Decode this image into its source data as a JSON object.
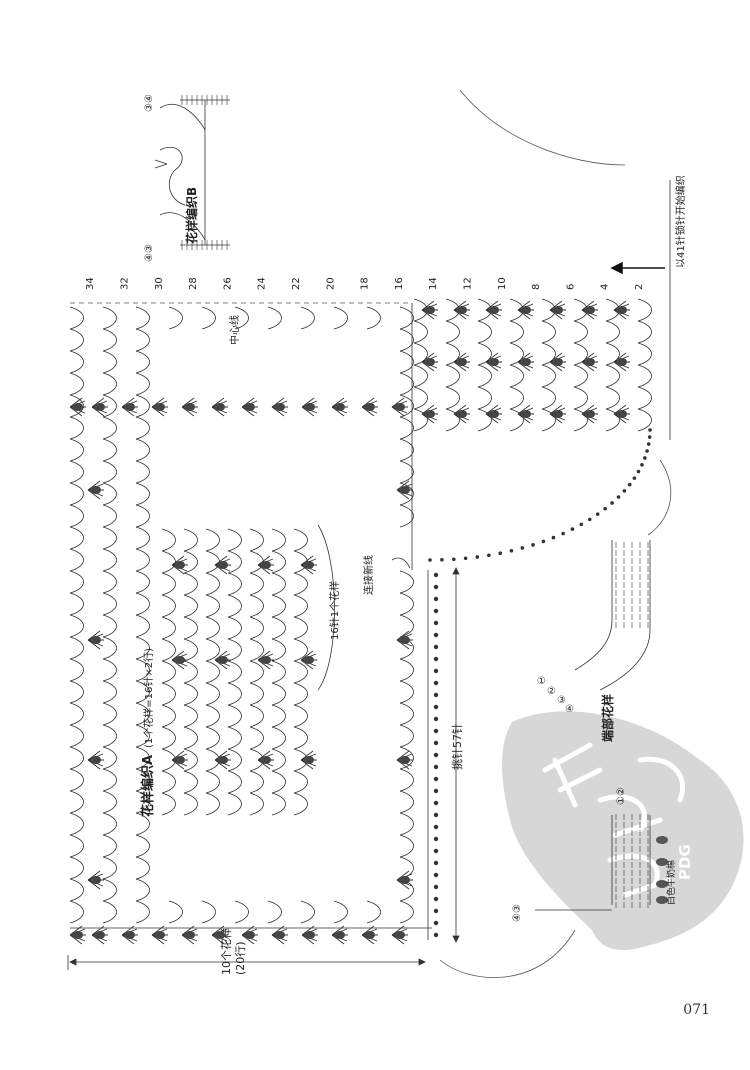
{
  "page_number": "071",
  "chart_a": {
    "title": "花样编织A",
    "subtitle": "(1个花样=16针×2行)",
    "repeat_label": "16针1个花样"
  },
  "chart_b": {
    "title": "花样编织B"
  },
  "edge": {
    "title": "端部花样",
    "milk_label": "白色牛奶棉"
  },
  "labels": {
    "center_line": "中心线",
    "join_line": "连接新线",
    "pickup_57": "挑针57针",
    "start_41": "以41针锁针开始编织",
    "pattern_count": "10个花样",
    "pattern_rows": "(20行)"
  },
  "row_numbers": [
    "2",
    "4",
    "6",
    "8",
    "10",
    "12",
    "14",
    "16",
    "18",
    "20",
    "22",
    "24",
    "26",
    "28",
    "30",
    "32",
    "34"
  ],
  "circled": {
    "b_top": "③④",
    "b_bottom": "④③",
    "edge_left": "④③",
    "s12": "①②",
    "s1": "①",
    "s2": "②",
    "s3": "③",
    "s4": "④"
  },
  "watermark": "PDG"
}
